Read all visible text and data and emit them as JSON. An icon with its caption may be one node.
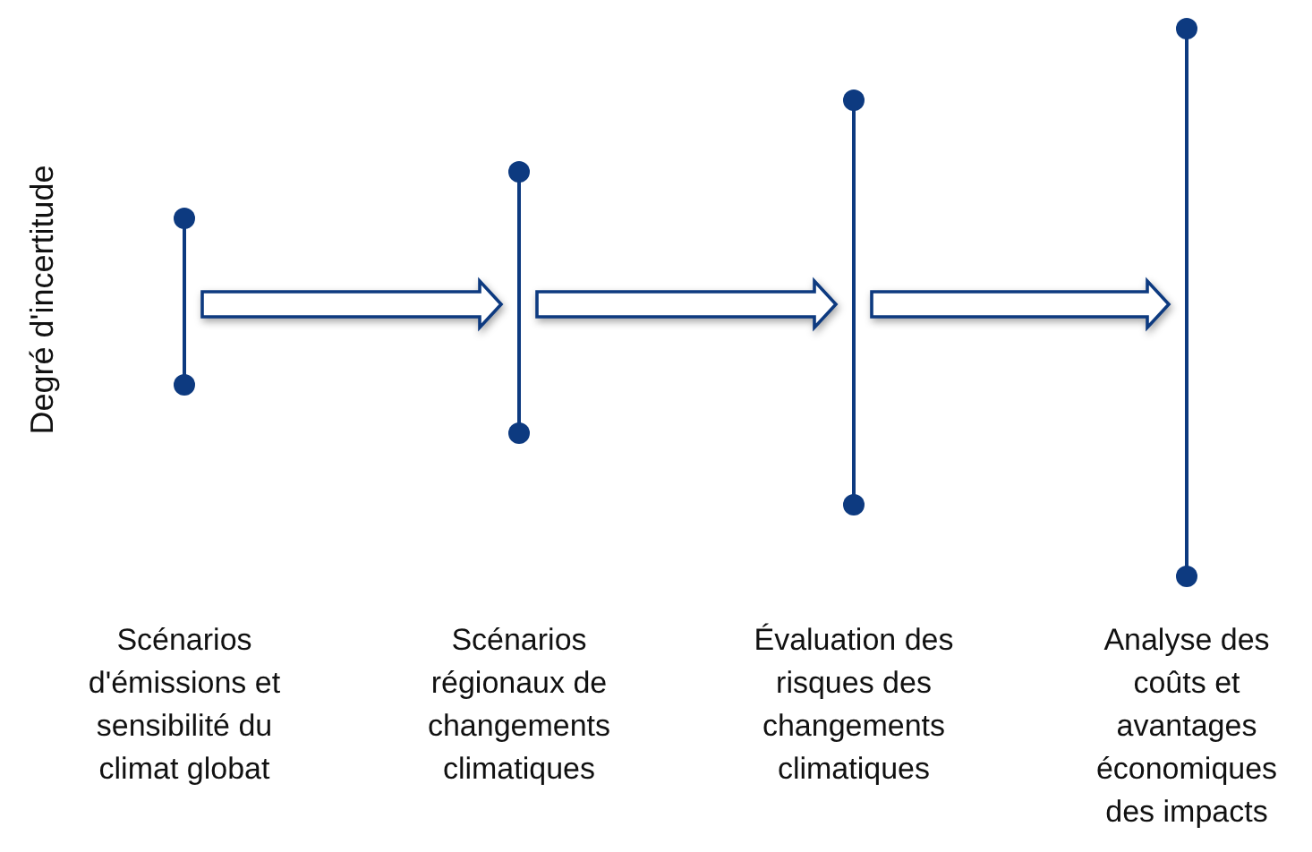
{
  "diagram": {
    "nodes": [
      {
        "text": [],
        "shape": "bar"
      },
      {
        "text": [],
        "shape": "bar"
      },
      {
        "text": [],
        "shape": "bar"
      },
      {
        "text": [],
        "shape": "bar"
      }
    ],
    "edges": [
      {
        "from": 0,
        "to": 1,
        "arrow": "to"
      },
      {
        "from": 1,
        "to": 2,
        "arrow": "to"
      },
      {
        "from": 2,
        "to": 3,
        "arrow": "to"
      }
    ],
    "labels": [
      "Degré d'incertitude",
      "Scénarios d'émissions et sensibilité du climat globat",
      "Scénarios régionaux de changements climatiques",
      "Évaluation des risques des changements climatiques",
      "Analyse des coûts et avantages économiques des impacts"
    ]
  }
}
